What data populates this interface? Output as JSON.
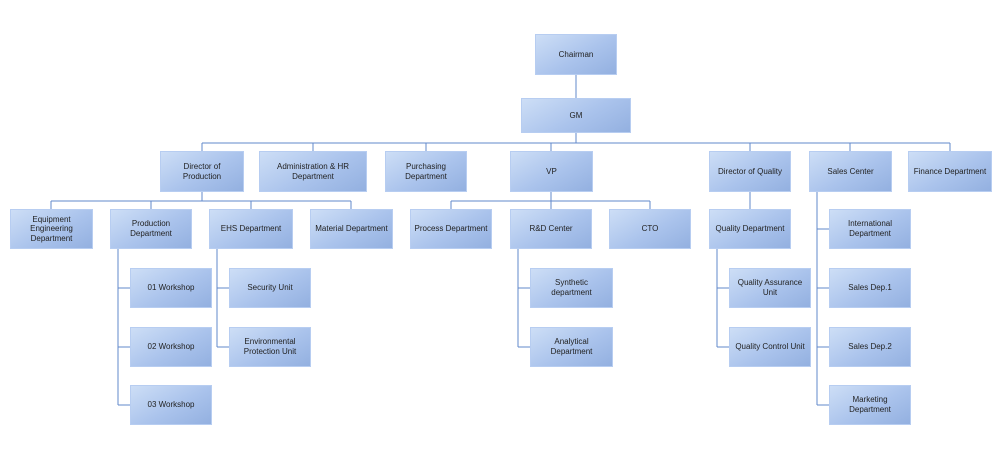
{
  "colors": {
    "node_fill_light": "#cddef6",
    "node_fill_dark": "#93b0e0",
    "node_border": "#b7cdf1",
    "connector": "#6289cb",
    "text": "#222222",
    "background": "#ffffff"
  },
  "nodes": {
    "chairman": {
      "label": "Chairman",
      "reports_to": null
    },
    "gm": {
      "label": "GM",
      "reports_to": "chairman"
    },
    "director_of_production": {
      "label": "Director of Production",
      "reports_to": "gm"
    },
    "admin_hr_department": {
      "label": "Administration & HR Department",
      "reports_to": "gm"
    },
    "purchasing_department": {
      "label": "Purchasing Department",
      "reports_to": "gm"
    },
    "vp": {
      "label": "VP",
      "reports_to": "gm"
    },
    "director_of_quality": {
      "label": "Director of Quality",
      "reports_to": "gm"
    },
    "sales_center": {
      "label": "Sales Center",
      "reports_to": "gm"
    },
    "finance_department": {
      "label": "Finance Department",
      "reports_to": "gm"
    },
    "equipment_engineering_department": {
      "label": "Equipment Engineering Department",
      "reports_to": "director_of_production"
    },
    "production_department": {
      "label": "Production Department",
      "reports_to": "director_of_production"
    },
    "ehs_department": {
      "label": "EHS Department",
      "reports_to": "director_of_production"
    },
    "material_department": {
      "label": "Material Department",
      "reports_to": "director_of_production"
    },
    "process_department": {
      "label": "Process Department",
      "reports_to": "vp"
    },
    "rnd_center": {
      "label": "R&D Center",
      "reports_to": "vp"
    },
    "cto": {
      "label": "CTO",
      "reports_to": "vp"
    },
    "quality_department": {
      "label": "Quality Department",
      "reports_to": "director_of_quality"
    },
    "international_department": {
      "label": "International Department",
      "reports_to": "sales_center"
    },
    "workshop_01": {
      "label": "01 Workshop",
      "reports_to": "production_department"
    },
    "workshop_02": {
      "label": "02 Workshop",
      "reports_to": "production_department"
    },
    "workshop_03": {
      "label": "03 Workshop",
      "reports_to": "production_department"
    },
    "security_unit": {
      "label": "Security Unit",
      "reports_to": "ehs_department"
    },
    "environmental_protection_unit": {
      "label": "Environmental Protection Unit",
      "reports_to": "ehs_department"
    },
    "synthetic_department": {
      "label": "Synthetic department",
      "reports_to": "rnd_center"
    },
    "analytical_department": {
      "label": "Analytical Department",
      "reports_to": "rnd_center"
    },
    "quality_assurance_unit": {
      "label": "Quality Assurance Unit",
      "reports_to": "quality_department"
    },
    "quality_control_unit": {
      "label": "Quality Control Unit",
      "reports_to": "quality_department"
    },
    "sales_dep_1": {
      "label": "Sales Dep.1",
      "reports_to": "sales_center"
    },
    "sales_dep_2": {
      "label": "Sales Dep.2",
      "reports_to": "sales_center"
    },
    "marketing_department": {
      "label": "Marketing Department",
      "reports_to": "sales_center"
    }
  }
}
